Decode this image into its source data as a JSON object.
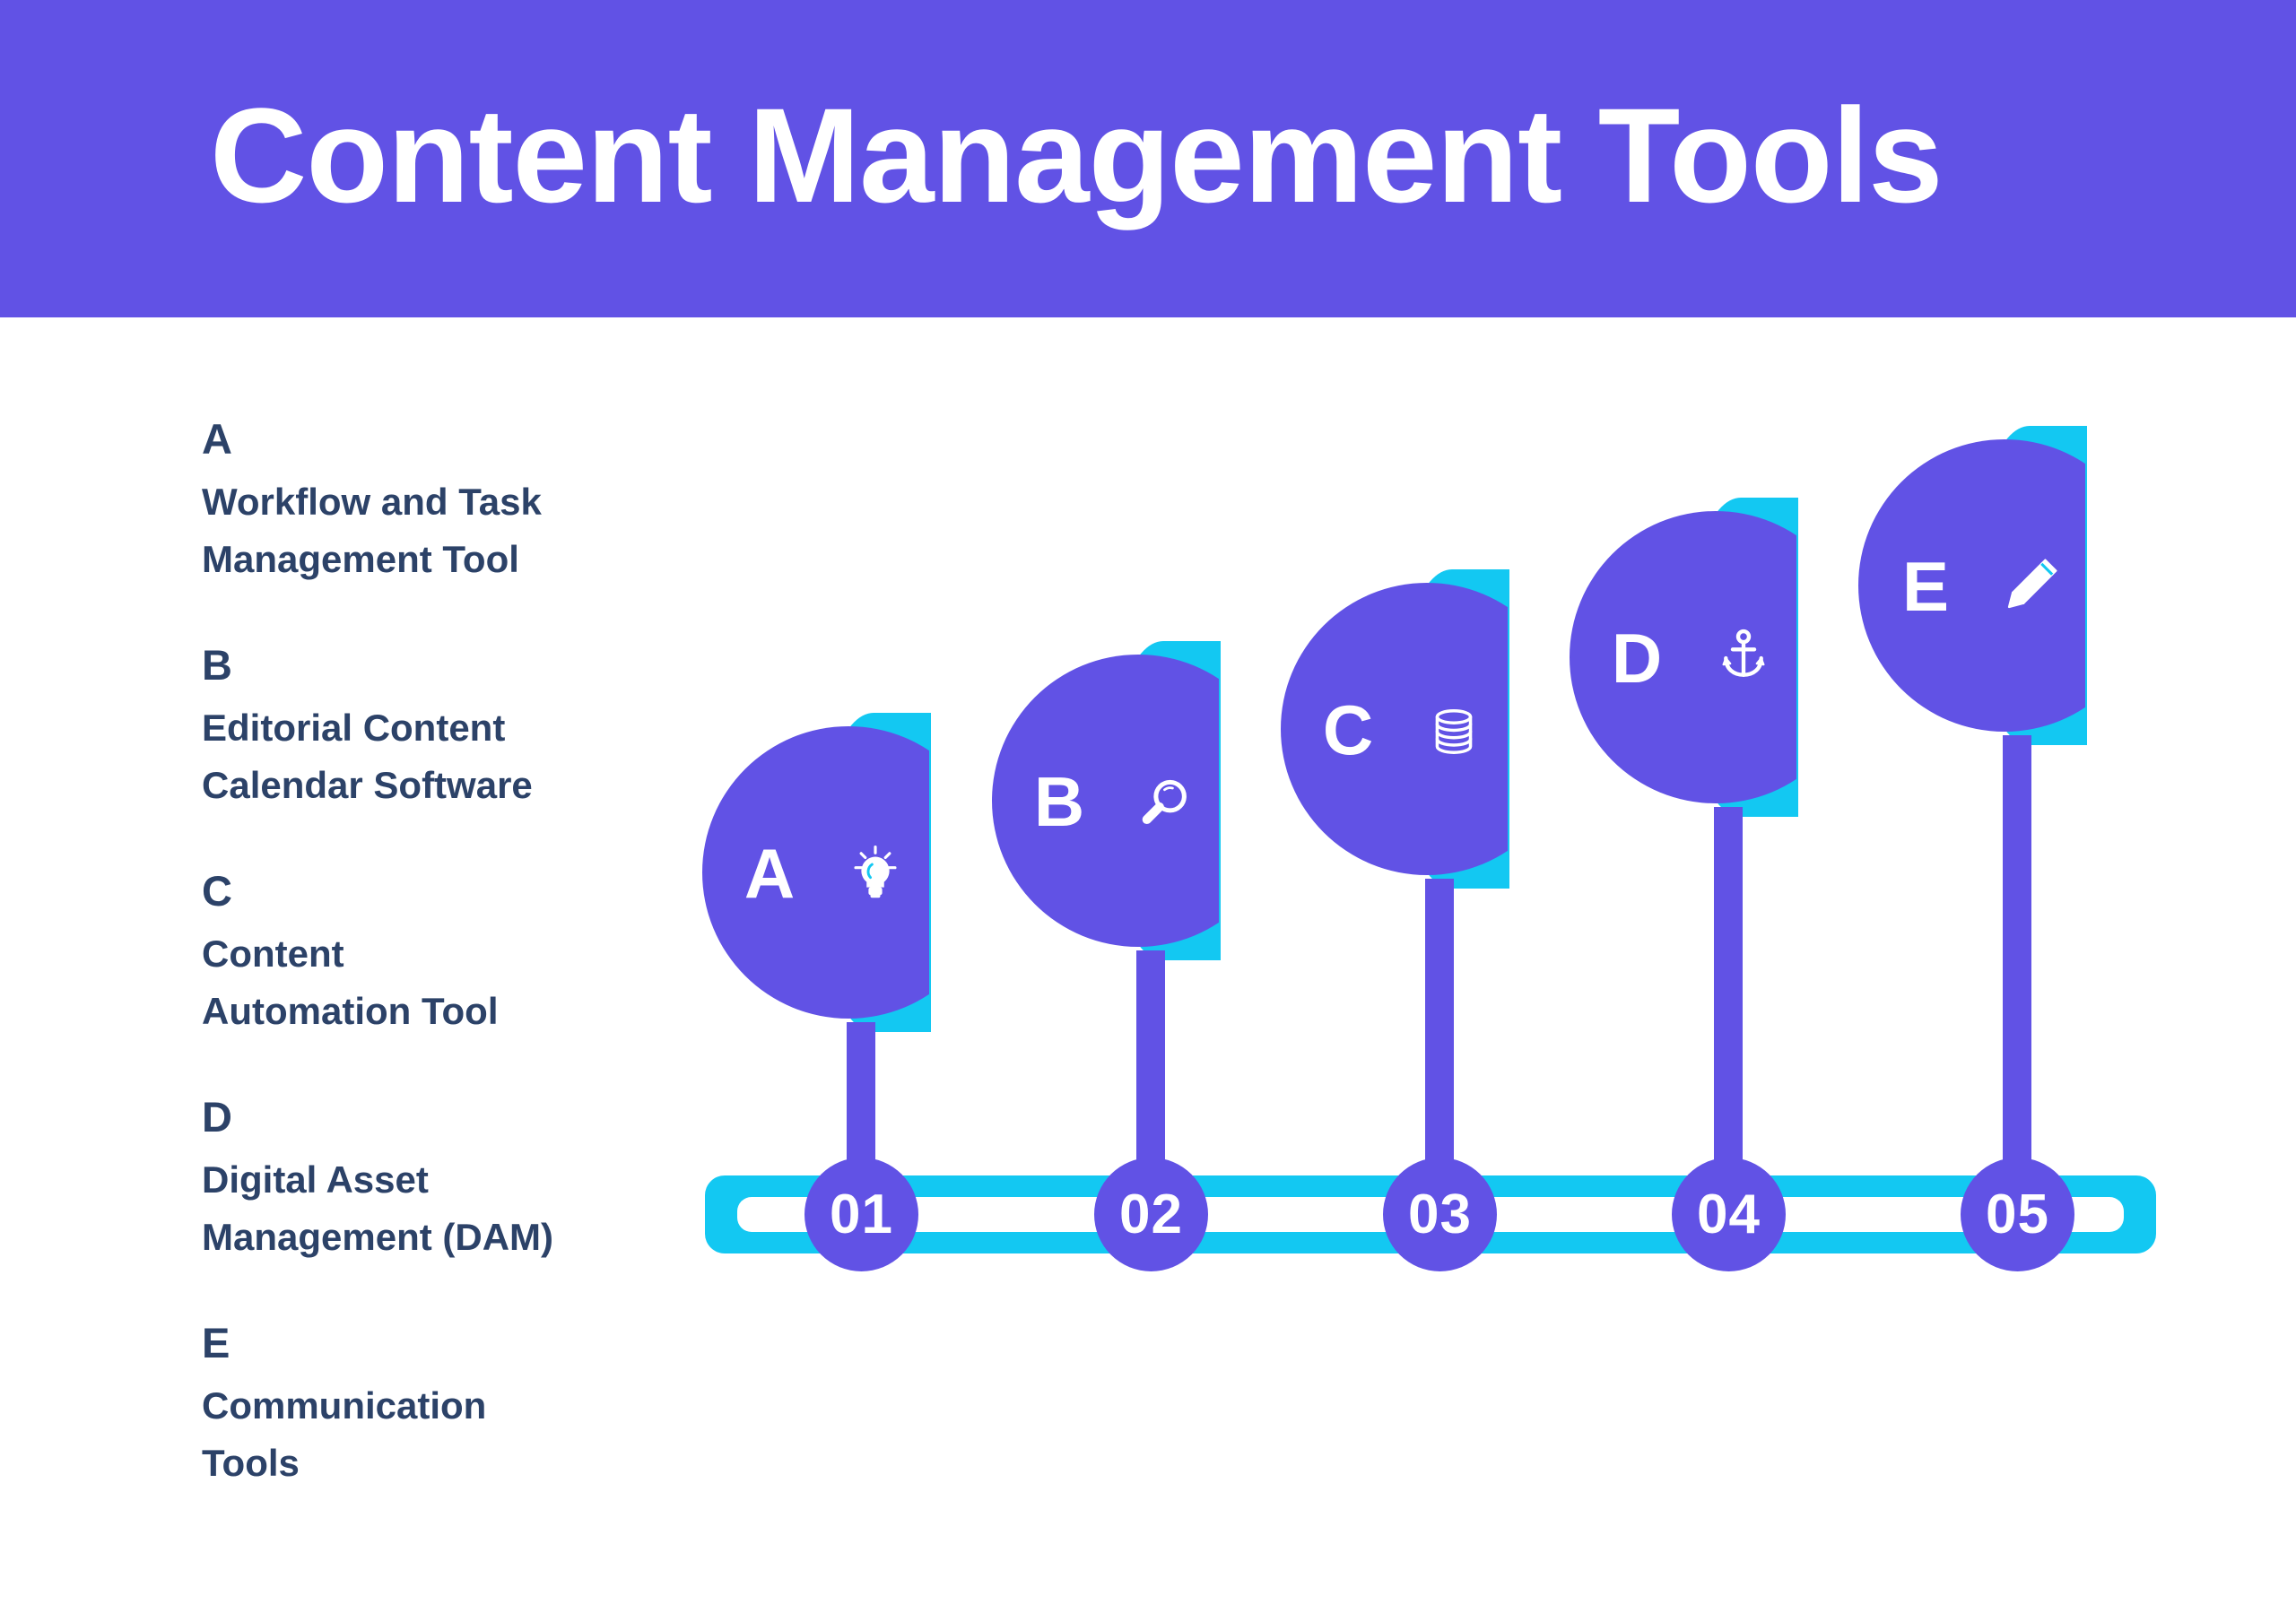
{
  "header": {
    "title": "Content Management Tools",
    "background_color": "#6152E5",
    "title_color": "#FFFFFF"
  },
  "theme": {
    "purple": "#6152E5",
    "cyan": "#13C8F2",
    "navy_text": "#2C4268",
    "white": "#FFFFFF",
    "page_background": "#FFFFFF"
  },
  "legend": {
    "items": [
      {
        "letter": "A",
        "line1": "Workflow and Task",
        "line2": "Management Tool"
      },
      {
        "letter": "B",
        "line1": "Editorial Content",
        "line2": "Calendar Software"
      },
      {
        "letter": "C",
        "line1": "Content",
        "line2": "Automation Tool"
      },
      {
        "letter": "D",
        "line1": "Digital Asset",
        "line2": "Management (DAM)"
      },
      {
        "letter": "E",
        "line1": "Communication",
        "line2": "Tools"
      }
    ]
  },
  "diagram": {
    "balloons": [
      {
        "letter": "A",
        "icon": "lightbulb-icon",
        "step": "01"
      },
      {
        "letter": "B",
        "icon": "magnifier-icon",
        "step": "02"
      },
      {
        "letter": "C",
        "icon": "database-icon",
        "step": "03"
      },
      {
        "letter": "D",
        "icon": "anchor-icon",
        "step": "04"
      },
      {
        "letter": "E",
        "icon": "pencil-icon",
        "step": "05"
      }
    ],
    "timeline_steps": [
      "01",
      "02",
      "03",
      "04",
      "05"
    ]
  }
}
